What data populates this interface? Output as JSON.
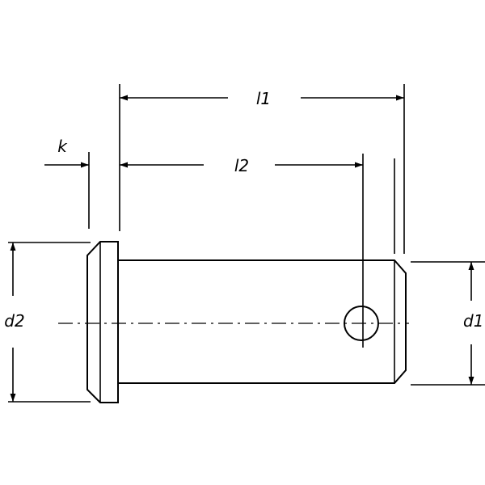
{
  "drawing": {
    "labels": {
      "l1": "l1",
      "l2": "l2",
      "k": "k",
      "d1": "d1",
      "d2": "d2"
    }
  },
  "colors": {
    "line": "#000000",
    "background": "#ffffff"
  }
}
